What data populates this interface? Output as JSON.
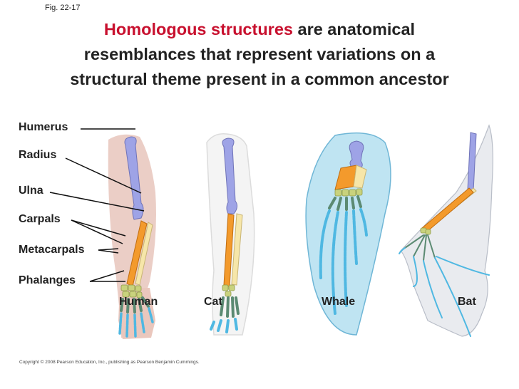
{
  "figure_label": "Fig. 22-17",
  "headline": {
    "emphasis": "Homologous structures",
    "line1_rest": " are anatomical",
    "line2": "resemblances that represent variations on a",
    "line3": "structural theme present in a common ancestor"
  },
  "bone_labels": {
    "humerus": "Humerus",
    "radius": "Radius",
    "ulna": "Ulna",
    "carpals": "Carpals",
    "metacarpals": "Metacarpals",
    "phalanges": "Phalanges"
  },
  "animal_labels": {
    "human": "Human",
    "cat": "Cat",
    "whale": "Whale",
    "bat": "Bat"
  },
  "bone_colors": {
    "humerus": "#9ea3e6",
    "radius": "#f39a2c",
    "ulna": "#f6e6a9",
    "carpals": "#c9d27d",
    "metacarpals": "#5b8a72",
    "phalanges": "#4fb8e2"
  },
  "copyright": "Copyright © 2008 Pearson Education, Inc., publishing as Pearson Benjamin Cummings."
}
